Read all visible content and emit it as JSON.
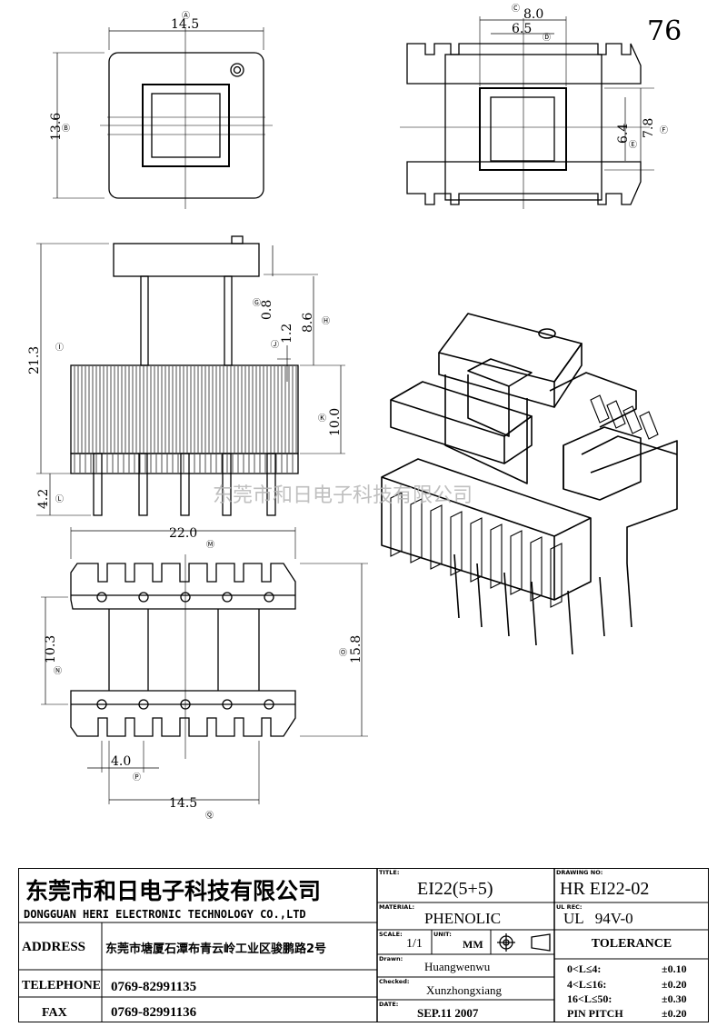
{
  "drawing_number_corner": "76",
  "watermark": "东莞市和日电子科技有限公司",
  "dimensions": {
    "top_view": {
      "width": "14.5",
      "width_ref": "Ⓐ",
      "height": "13.6",
      "height_ref": "Ⓑ"
    },
    "bottom_view": {
      "outer": "8.0",
      "outer_ref": "Ⓒ",
      "inner": "6.5",
      "inner_ref": "Ⓓ",
      "inner_h": "6.4",
      "inner_h_ref": "Ⓔ",
      "outer_h": "7.8",
      "outer_h_ref": "Ⓕ"
    },
    "side_view": {
      "total_h": "21.3",
      "total_h_ref": "Ⓘ",
      "d1": "0.8",
      "d1_ref": "Ⓖ",
      "d2": "8.6",
      "d2_ref": "Ⓗ",
      "d3": "1.2",
      "d3_ref": "Ⓙ",
      "d4": "10.0",
      "d4_ref": "Ⓚ",
      "pin_len": "4.2",
      "pin_len_ref": "Ⓛ"
    },
    "pin_view": {
      "width": "22.0",
      "width_ref": "Ⓜ",
      "height_l": "10.3",
      "height_l_ref": "Ⓝ",
      "height_r": "15.8",
      "height_r_ref": "Ⓞ",
      "pitch": "4.0",
      "pitch_ref": "Ⓟ",
      "span": "14.5",
      "span_ref": "Ⓠ"
    }
  },
  "title_block": {
    "company_cn": "东莞市和日电子科技有限公司",
    "company_en": "DONGGUAN HERI ELECTRONIC TECHNOLOGY CO.,LTD",
    "title_label": "TITLE:",
    "title": "EI22(5+5)",
    "material_label": "MATERIAL:",
    "material": "PHENOLIC",
    "scale_label": "SCALE:",
    "scale": "1/1",
    "unit_label": "UNIT:",
    "unit": "MM",
    "drawn_label": "Drawn:",
    "drawn": "Huangwenwu",
    "checked_label": "Checked:",
    "checked": "Xunzhongxiang",
    "date_label": "DATE:",
    "date": "SEP.11 2007",
    "drawing_no_label": "DRAWING NO:",
    "drawing_no": "HR EI22-02",
    "ul_label": "UL REC:",
    "ul": "UL   94V-0",
    "tolerance_title": "TOLERANCE",
    "tolerances": [
      {
        "range": "0<L≤4:",
        "value": "±0.10"
      },
      {
        "range": "4<L≤16:",
        "value": "±0.20"
      },
      {
        "range": "16<L≤50:",
        "value": "±0.30"
      },
      {
        "range": "PIN PITCH",
        "value": "±0.20"
      }
    ],
    "address_label": "ADDRESS",
    "address": "东莞市塘厦石潭布青云岭工业区骏鹏路2号",
    "telephone_label": "TELEPHONE",
    "telephone": "0769-82991135",
    "fax_label": "FAX",
    "fax": "0769-82991136"
  }
}
